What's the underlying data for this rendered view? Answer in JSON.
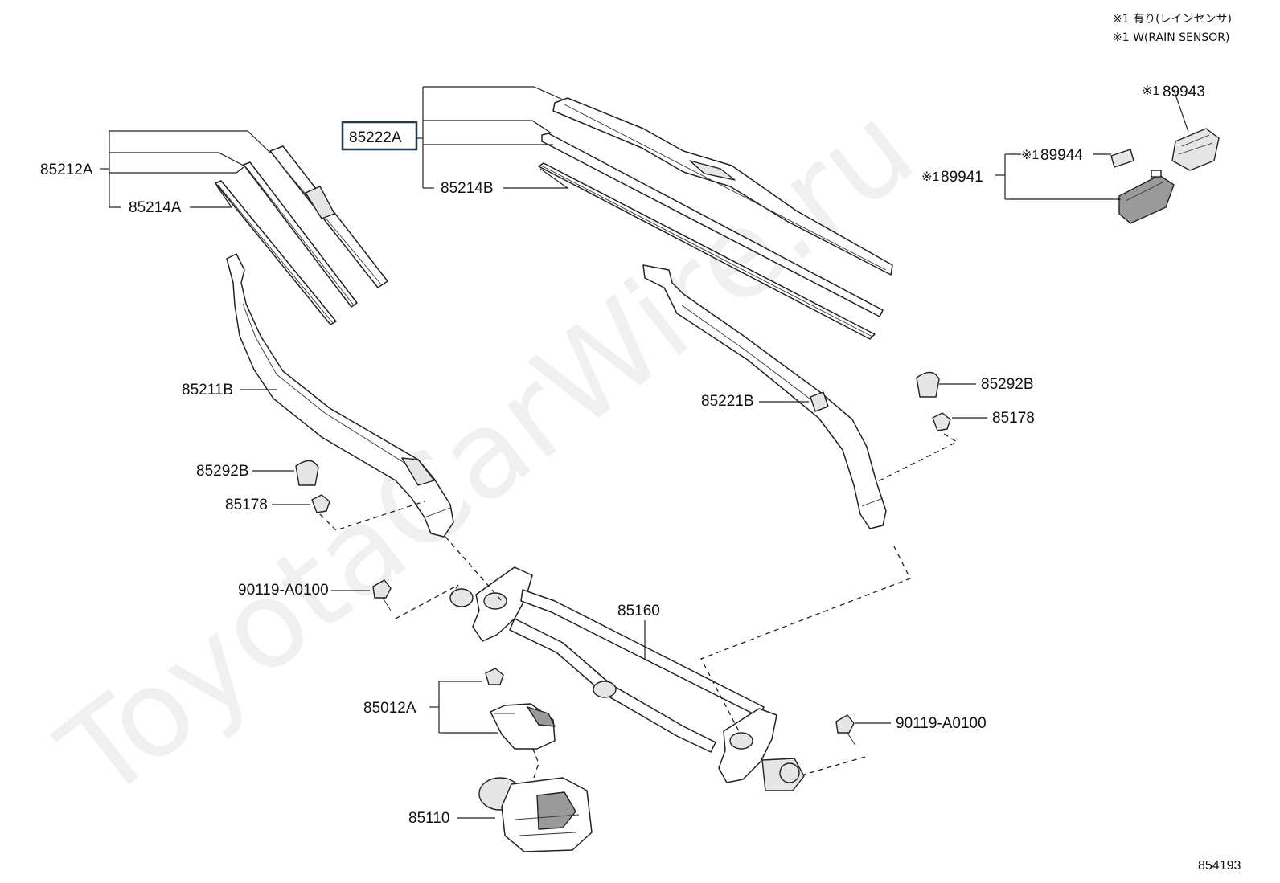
{
  "watermark": "ToyotaCarWire.ru",
  "legend": {
    "line1": "※1 有り(レインセンサ)",
    "line2": "※1 W(RAIN SENSOR)"
  },
  "diagram_id": "854193",
  "parts": {
    "p85212A": "85212A",
    "p85214A": "85214A",
    "p85222A": "85222A",
    "p85214B": "85214B",
    "p89943": "89943",
    "p89944": "89944",
    "p89941": "89941",
    "p85211B": "85211B",
    "p85221B": "85221B",
    "p85292B_right": "85292B",
    "p85178_right": "85178",
    "p85292B_left": "85292B",
    "p85178_left": "85178",
    "p90119_left": "90119-A0100",
    "p90119_right": "90119-A0100",
    "p85160": "85160",
    "p85012A": "85012A",
    "p85110": "85110"
  },
  "markers": {
    "rain_sensor_mark": "※1"
  }
}
